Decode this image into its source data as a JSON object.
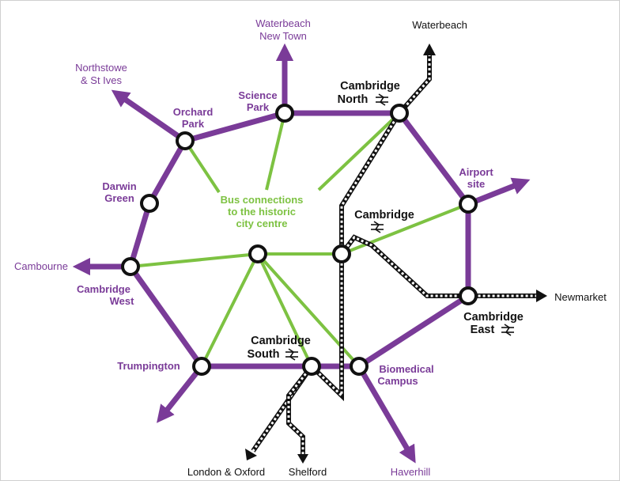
{
  "colors": {
    "purple": "#7a3b98",
    "green": "#7dc242",
    "black": "#111111"
  },
  "labels": {
    "waterbeach_new_town_line1": "Waterbeach",
    "waterbeach_new_town_line2": "New Town",
    "waterbeach_rail": "Waterbeach",
    "northstowe_line1": "Northstowe",
    "northstowe_line2": "& St Ives",
    "science_park_line1": "Science",
    "science_park_line2": "Park",
    "cambridge_north_line1": "Cambridge",
    "cambridge_north_line2": "North",
    "orchard_park_line1": "Orchard",
    "orchard_park_line2": "Park",
    "airport_site_line1": "Airport",
    "airport_site_line2": "site",
    "darwin_green_line1": "Darwin",
    "darwin_green_line2": "Green",
    "bus_line1": "Bus connections",
    "bus_line2": "to the historic",
    "bus_line3": "city centre",
    "cambridge": "Cambridge",
    "cambourne": "Cambourne",
    "cambridge_west_line1": "Cambridge",
    "cambridge_west_line2": "West",
    "newmarket": "Newmarket",
    "cambridge_east_line1": "Cambridge",
    "cambridge_east_line2": "East",
    "cambridge_south_line1": "Cambridge",
    "cambridge_south_line2": "South",
    "trumpington": "Trumpington",
    "biomedical_line1": "Biomedical",
    "biomedical_line2": "Campus",
    "london_oxford": "London & Oxford",
    "shelford": "Shelford",
    "haverhill": "Haverhill"
  }
}
